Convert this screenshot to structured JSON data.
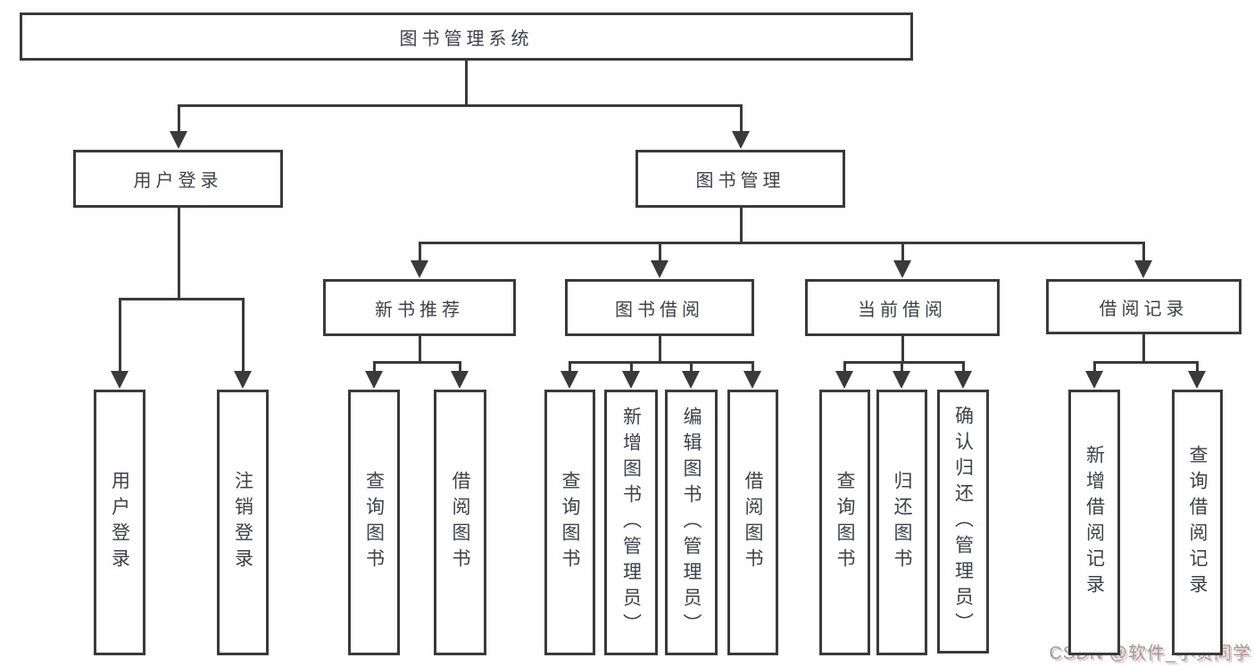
{
  "colors": {
    "background": "#ffffff",
    "line": "#3a3a3a",
    "node_text": "#3e414a",
    "watermark_gray": "#9c9c9c",
    "watermark_red_shadow": "#db7070"
  },
  "diagram": {
    "title": "图书管理系统",
    "nodes": {
      "root": {
        "label": "图书管理系统",
        "children": [
          "user_login_group",
          "book_mgmt_group"
        ]
      },
      "user_login_group": {
        "label": "用户登录",
        "children": [
          "user_login",
          "logout"
        ]
      },
      "user_login": {
        "label": "用户登录"
      },
      "logout": {
        "label": "注销登录"
      },
      "book_mgmt_group": {
        "label": "图书管理",
        "children": [
          "new_book_rec",
          "book_borrow",
          "current_borrow",
          "borrow_records"
        ]
      },
      "new_book_rec": {
        "label": "新书推荐",
        "children": [
          "nbr_query",
          "nbr_borrow"
        ]
      },
      "nbr_query": {
        "label": "查询图书"
      },
      "nbr_borrow": {
        "label": "借阅图书"
      },
      "book_borrow": {
        "label": "图书借阅",
        "children": [
          "bb_query",
          "bb_add",
          "bb_edit",
          "bb_borrow"
        ]
      },
      "bb_query": {
        "label": "查询图书"
      },
      "bb_add": {
        "label": "新增图书（管理员）"
      },
      "bb_edit": {
        "label": "编辑图书（管理员）"
      },
      "bb_borrow": {
        "label": "借阅图书"
      },
      "current_borrow": {
        "label": "当前借阅",
        "children": [
          "cb_query",
          "cb_return",
          "cb_confirm"
        ]
      },
      "cb_query": {
        "label": "查询图书"
      },
      "cb_return": {
        "label": "归还图书"
      },
      "cb_confirm": {
        "label": "确认归还（管理员）"
      },
      "borrow_records": {
        "label": "借阅记录",
        "children": [
          "br_add",
          "br_query"
        ]
      },
      "br_add": {
        "label": "新增借阅记录"
      },
      "br_query": {
        "label": "查询借阅记录"
      }
    }
  },
  "watermark": {
    "text": "CSDN @软件_小贺同学"
  }
}
